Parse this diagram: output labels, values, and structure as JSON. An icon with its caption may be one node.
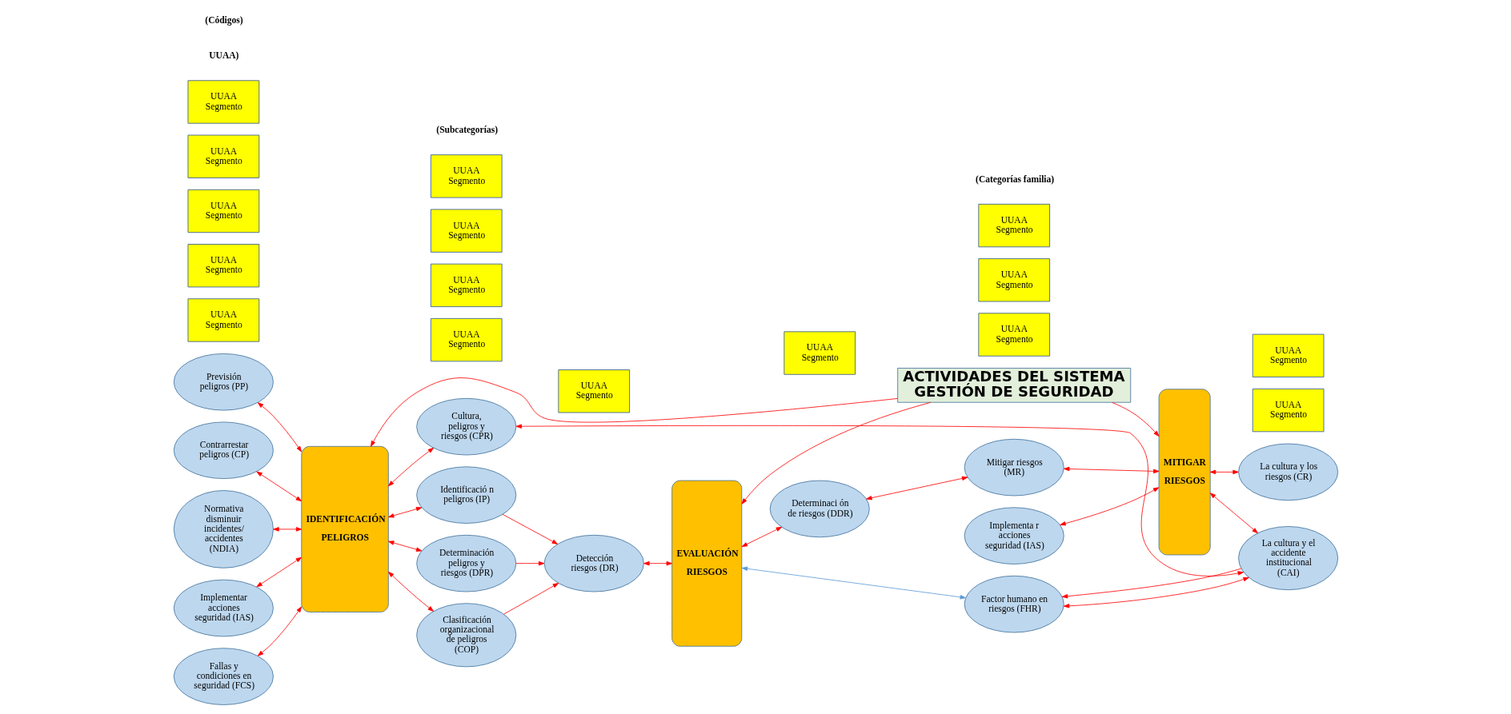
{
  "diagram": {
    "nodes": [
      {
        "text": [
          "ACTIVIDADES DEL SISTEMA GESTIÓN DE SEGURIDAD"
        ]
      },
      {
        "text": [
          "IDENTIFICACIÓN",
          "PELIGROS"
        ]
      },
      {
        "text": [
          "EVALUACIÓN",
          "RIESGOS"
        ]
      },
      {
        "text": [
          "MITIGAR",
          "RIESGOS"
        ]
      },
      {
        "text": [
          "Previsión peligros (PP)"
        ]
      },
      {
        "text": [
          "Contrarrestar peligros (CP)"
        ]
      },
      {
        "text": [
          "Normativa disminuir incidentes/ accidentes (NDIA)"
        ]
      },
      {
        "text": [
          "Implementar acciones seguridad (IAS)"
        ]
      },
      {
        "text": [
          "Fallas y condiciones en seguridad (FCS)"
        ]
      },
      {
        "text": [
          "Cultura, peligros y riesgos (CPR)"
        ]
      },
      {
        "text": [
          "Identificació n peligros (IP)"
        ]
      },
      {
        "text": [
          "Determinación peligros y riesgos (DPR)"
        ]
      },
      {
        "text": [
          "Clasificación organizacional de peligros (COP)"
        ]
      },
      {
        "text": [
          "Detección riesgos (DR)"
        ]
      },
      {
        "text": [
          "Determinaci ón de riesgos (DDR)"
        ]
      },
      {
        "text": [
          "Factor humano en riesgos (FHR)"
        ]
      },
      {
        "text": [
          "Mitigar riesgos (MR)"
        ]
      },
      {
        "text": [
          "Implementa r acciones seguridad (IAS)"
        ]
      },
      {
        "text": [
          "La cultura y los riesgos (CR)"
        ]
      },
      {
        "text": [
          "La cultura y el accidente institucional (CAI)"
        ]
      },
      {
        "text": [
          "UUAA Segmento"
        ]
      },
      {
        "text": [
          "UUAA Segmento"
        ]
      },
      {
        "text": [
          "UUAA Segmento"
        ]
      },
      {
        "text": [
          "UUAA Segmento"
        ]
      },
      {
        "text": [
          "UUAA Segmento"
        ]
      },
      {
        "text": [
          "UUAA Segmento"
        ]
      },
      {
        "text": [
          "UUAA Segmento"
        ]
      },
      {
        "text": [
          "UUAA Segmento"
        ]
      },
      {
        "text": [
          "UUAA Segmento"
        ]
      },
      {
        "text": [
          "UUAA Segmento"
        ]
      },
      {
        "text": [
          "UUAA Segmento"
        ]
      },
      {
        "text": [
          "UUAA Segmento"
        ]
      },
      {
        "text": [
          "UUAA Segmento"
        ]
      },
      {
        "text": [
          "UUAA Segmento"
        ]
      },
      {
        "text": [
          "UUAA Segmento"
        ]
      },
      {
        "text": [
          "UUAA Segmento"
        ]
      }
    ],
    "edges": [
      {
        "from": 0,
        "to": 1,
        "arrow": "to"
      },
      {
        "from": 0,
        "to": 2,
        "arrow": "to"
      },
      {
        "from": 0,
        "to": 3,
        "arrow": "to"
      },
      {
        "from": 4,
        "to": 1,
        "arrow": "both"
      },
      {
        "from": 5,
        "to": 1,
        "arrow": "both"
      },
      {
        "from": 6,
        "to": 1,
        "arrow": "both"
      },
      {
        "from": 7,
        "to": 1,
        "arrow": "both"
      },
      {
        "from": 8,
        "to": 1,
        "arrow": "both"
      },
      {
        "from": 1,
        "to": 9,
        "arrow": "both"
      },
      {
        "from": 1,
        "to": 10,
        "arrow": "both"
      },
      {
        "from": 1,
        "to": 11,
        "arrow": "both"
      },
      {
        "from": 1,
        "to": 12,
        "arrow": "both"
      },
      {
        "from": 10,
        "to": 13,
        "arrow": "to"
      },
      {
        "from": 11,
        "to": 13,
        "arrow": "to"
      },
      {
        "from": 12,
        "to": 13,
        "arrow": "to"
      },
      {
        "from": 13,
        "to": 2,
        "arrow": "both"
      },
      {
        "from": 2,
        "to": 14,
        "arrow": "both"
      },
      {
        "from": 14,
        "to": 16,
        "arrow": "both"
      },
      {
        "from": 16,
        "to": 3,
        "arrow": "both"
      },
      {
        "from": 17,
        "to": 3,
        "arrow": "both"
      },
      {
        "from": 3,
        "to": 18,
        "arrow": "both"
      },
      {
        "from": 3,
        "to": 19,
        "arrow": "both"
      },
      {
        "from": 2,
        "to": 15,
        "arrow": "both",
        "color": "#5b9bd5"
      },
      {
        "from": 15,
        "to": 19,
        "arrow": "both"
      },
      {
        "from": 19,
        "to": 9,
        "arrow": "both"
      },
      {
        "from": 19,
        "to": 15,
        "arrow": "to"
      }
    ],
    "labels": [
      "(Categorías familia)",
      "UUAA)",
      "(Códigos)",
      "(Subcategorías)"
    ]
  }
}
